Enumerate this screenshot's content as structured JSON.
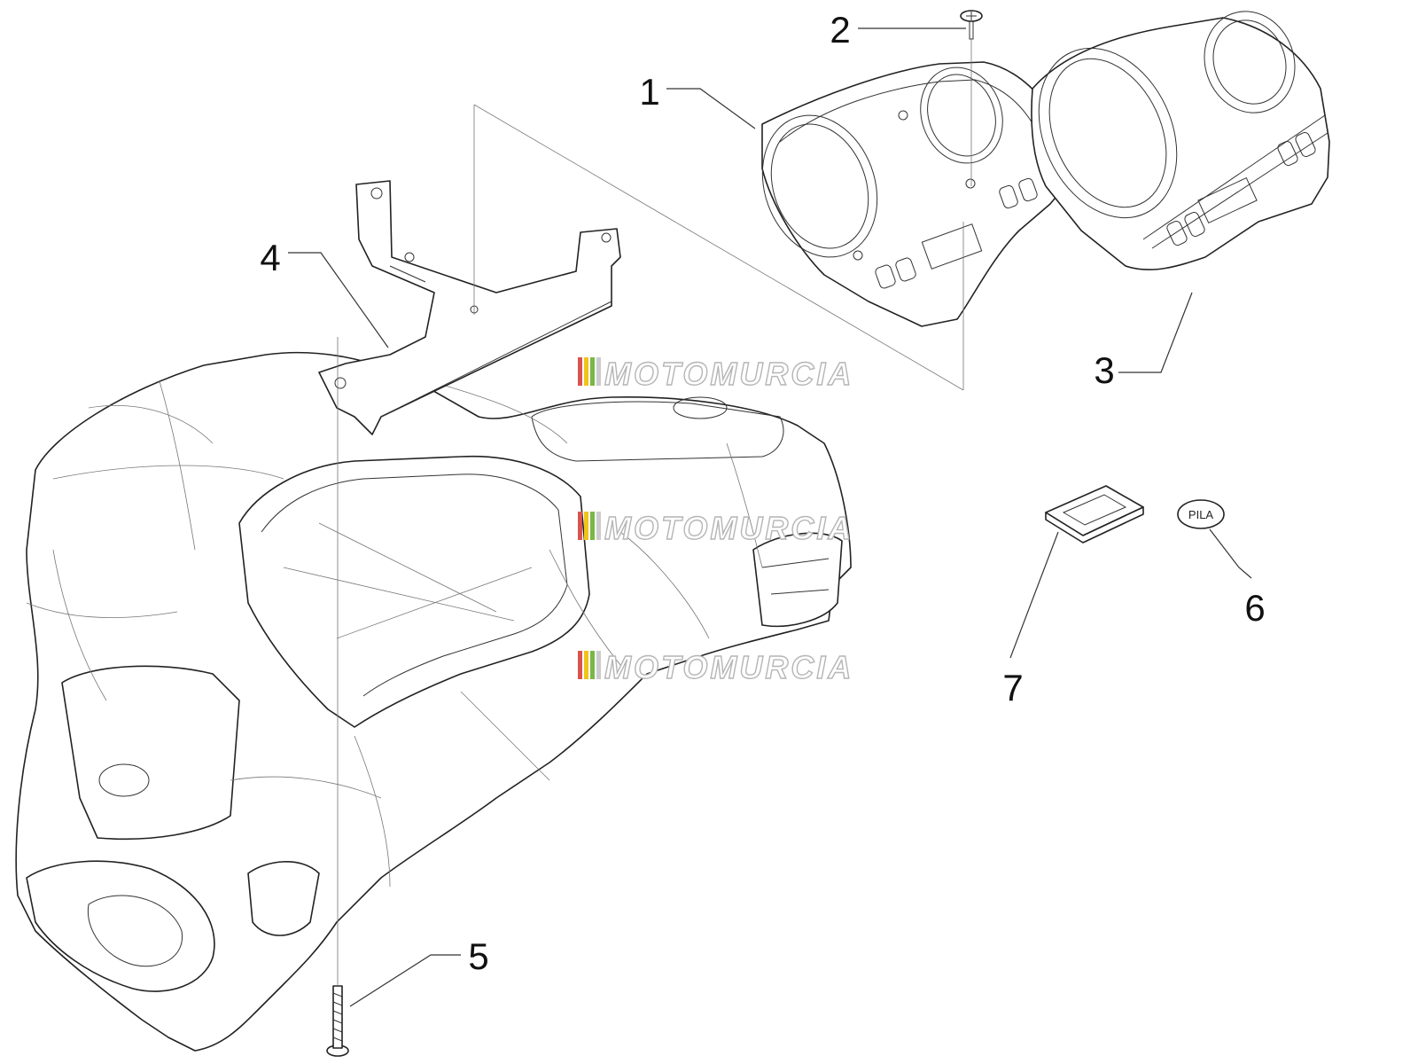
{
  "callouts": [
    {
      "id": "cover",
      "label": "1"
    },
    {
      "id": "screw-top",
      "label": "2"
    },
    {
      "id": "speedometer",
      "label": "3"
    },
    {
      "id": "bracket",
      "label": "4"
    },
    {
      "id": "screw-bottom",
      "label": "5"
    },
    {
      "id": "battery-sticker",
      "label": "6"
    },
    {
      "id": "gasket",
      "label": "7"
    }
  ],
  "sticker_text": "PILA",
  "watermark": {
    "text": "MOTOMURCIA",
    "stripe_colors": [
      "#d9534f",
      "#f0c419",
      "#7ab648",
      "#cccccc"
    ]
  }
}
